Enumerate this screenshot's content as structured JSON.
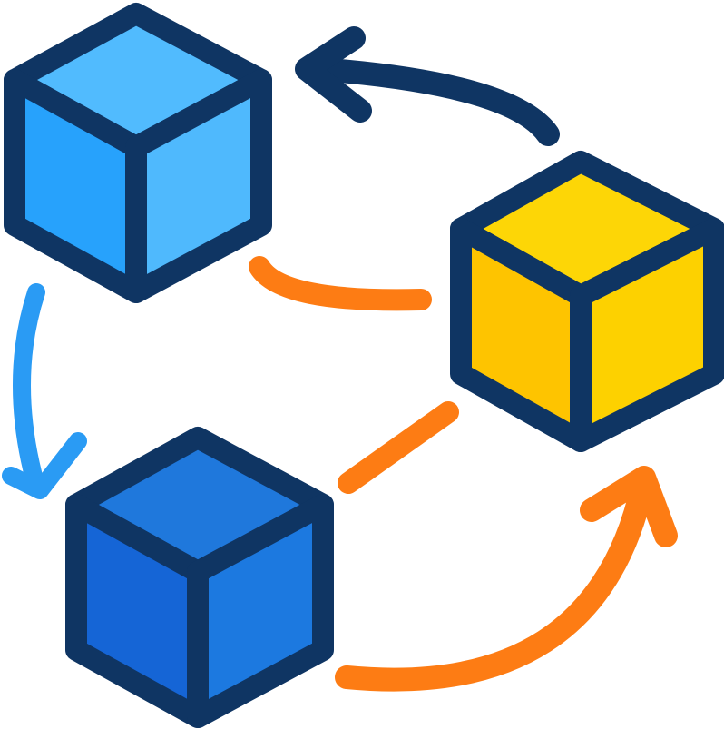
{
  "colors": {
    "outline": "#0f3563",
    "arrow_navy": "#0f3563",
    "arrow_blue": "#2a9bf4",
    "arrow_orange": "#fd7c14",
    "cube_light_top": "#51bbfe",
    "cube_light_left": "#27a2fc",
    "cube_light_right": "#4fb9fd",
    "cube_dark_top": "#1f78dc",
    "cube_dark_left": "#1565d6",
    "cube_dark_right": "#1c79e0",
    "cube_yellow_top": "#fdd606",
    "cube_yellow_left": "#fec400",
    "cube_yellow_right": "#fdd100"
  },
  "nodes": [
    {
      "name": "light-blue-cube",
      "icon": "cube-icon"
    },
    {
      "name": "yellow-cube",
      "icon": "cube-icon"
    },
    {
      "name": "dark-blue-cube",
      "icon": "cube-icon"
    }
  ],
  "edges": [
    {
      "from": "yellow-cube",
      "to": "light-blue-cube",
      "style": "curved-arrow",
      "color": "navy"
    },
    {
      "from": "light-blue-cube",
      "to": "dark-blue-cube",
      "style": "curved-arrow",
      "color": "blue"
    },
    {
      "from": "dark-blue-cube",
      "to": "yellow-cube",
      "style": "curved-arrow",
      "color": "orange"
    },
    {
      "from": "light-blue-cube",
      "to": "yellow-cube",
      "style": "connector",
      "color": "orange"
    },
    {
      "from": "yellow-cube",
      "to": "dark-blue-cube",
      "style": "connector",
      "color": "orange"
    }
  ]
}
